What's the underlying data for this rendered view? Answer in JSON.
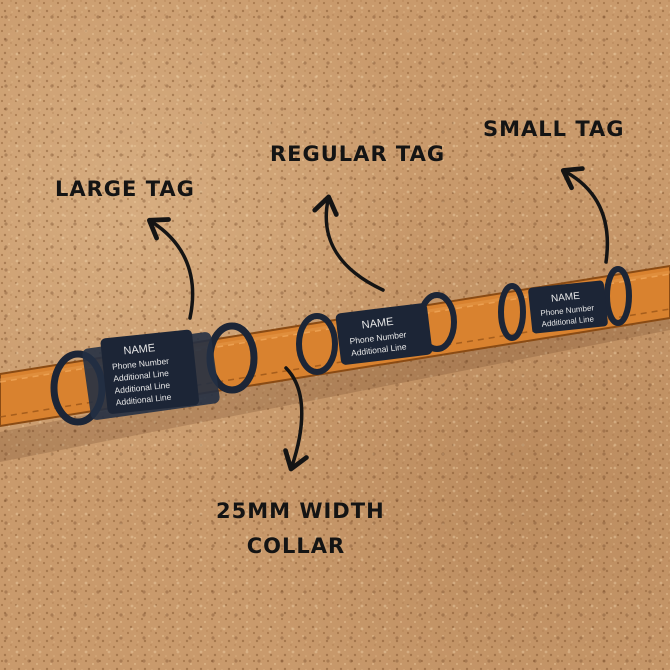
{
  "callouts": {
    "large_tag": "LARGE TAG",
    "regular_tag": "REGULAR TAG",
    "small_tag": "SMALL TAG",
    "collar_line1": "25MM WIDTH",
    "collar_line2": "COLLAR"
  },
  "tags": {
    "large": {
      "name": "NAME",
      "lines": [
        "Phone Number",
        "Additional Line",
        "Additional Line",
        "Additional Line"
      ]
    },
    "regular": {
      "name": "NAME",
      "lines": [
        "Phone Number",
        "Additional Line"
      ]
    },
    "small": {
      "name": "NAME",
      "lines": [
        "Phone Number",
        "Additional Line"
      ]
    }
  },
  "colors": {
    "cork": "#c99a6c",
    "collar": "#d9822f",
    "collar_edge": "#8a4b14",
    "tag": "#1c2536",
    "ink": "#141414"
  }
}
